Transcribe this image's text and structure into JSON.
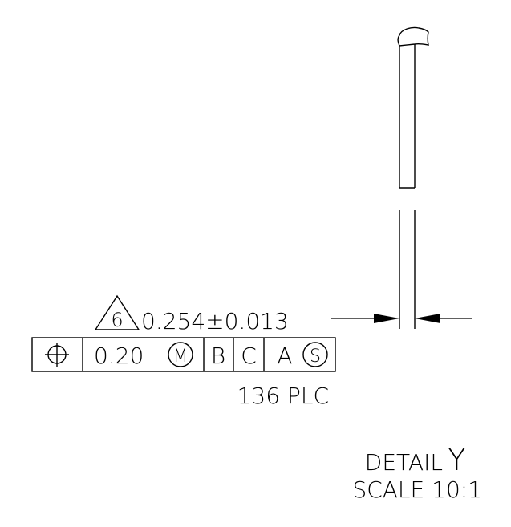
{
  "note_flag": "6",
  "dimension": {
    "value": "0.254±0.013"
  },
  "feature_control_frame": {
    "symbol_icon": "position-symbol-icon",
    "tolerance": "0.20",
    "tolerance_modifier": "M",
    "datums": [
      "B",
      "C",
      "A"
    ],
    "datum_modifier": "S"
  },
  "quantity_note": "136 PLC",
  "detail": {
    "label": "DETAIL",
    "id": "Y",
    "scale": "SCALE 10:1"
  }
}
